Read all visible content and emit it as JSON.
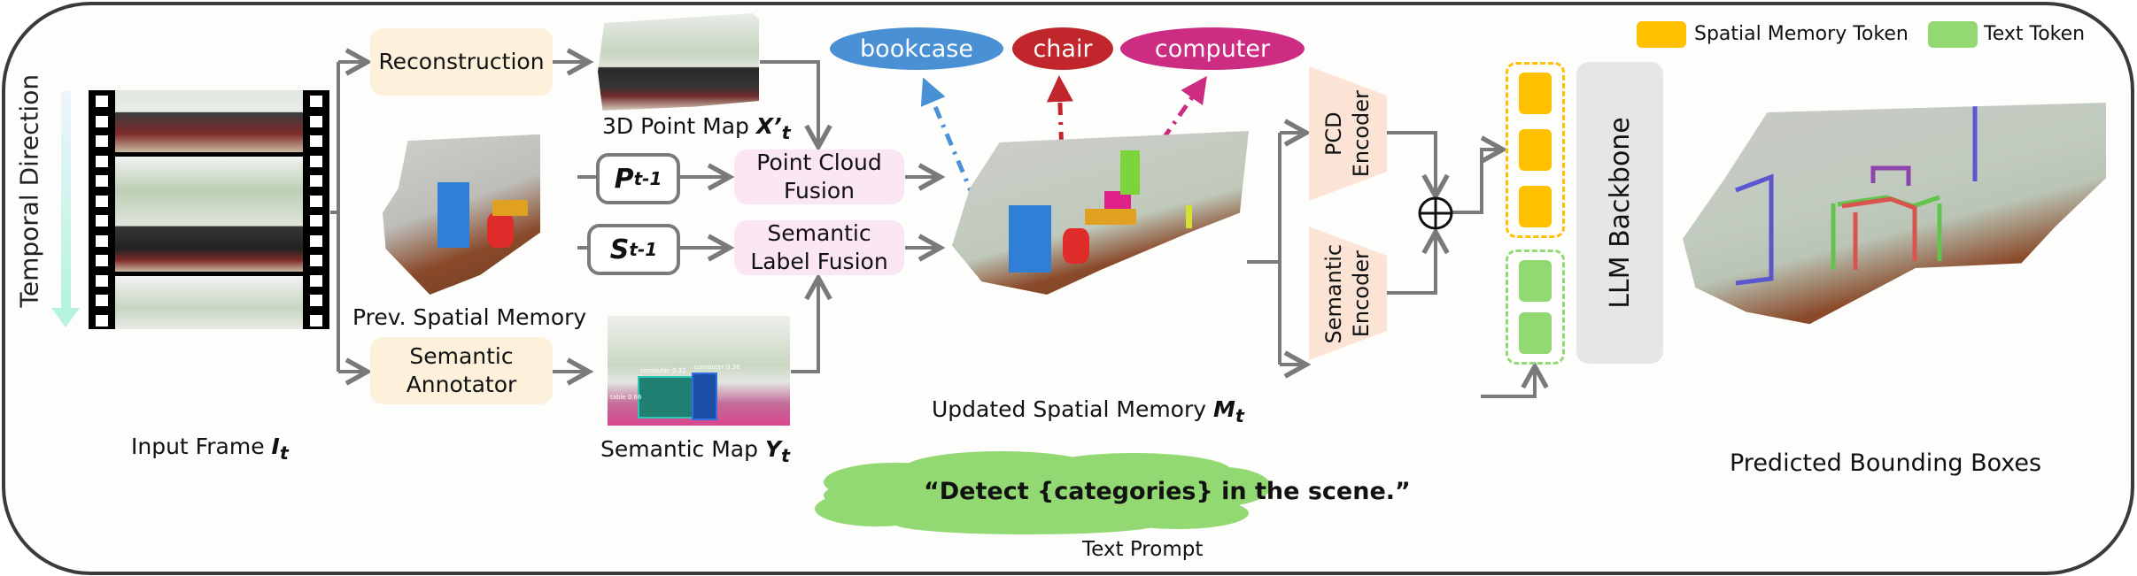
{
  "figure": {
    "temporal_direction_label": "Temporal Direction",
    "input_frame": {
      "label": "Input Frame ",
      "symbol": "I",
      "subscript": "t"
    },
    "modules": {
      "reconstruction": "Reconstruction",
      "semantic_annotator_line1": "Semantic",
      "semantic_annotator_line2": "Annotator",
      "point_cloud_fusion_line1": "Point Cloud",
      "point_cloud_fusion_line2": "Fusion",
      "semantic_label_fusion_line1": "Semantic",
      "semantic_label_fusion_line2": "Label Fusion",
      "pcd_encoder_line1": "PCD",
      "pcd_encoder_line2": "Encoder",
      "semantic_encoder_line1": "Semantic",
      "semantic_encoder_line2": "Encoder",
      "llm_backbone": "LLM Backbone"
    },
    "states": {
      "prev_points": {
        "symbol": "P",
        "subscript": "t-1"
      },
      "prev_semantics": {
        "symbol": "S",
        "subscript": "t-1"
      }
    },
    "captions": {
      "point_map": {
        "text": "3D Point Map ",
        "symbol": "X’",
        "subscript": "t"
      },
      "prev_memory": "Prev. Spatial Memory",
      "semantic_map": {
        "text": "Semantic Map ",
        "symbol": "Y",
        "subscript": "t"
      },
      "updated_memory": {
        "text": "Updated Spatial Memory ",
        "symbol": "M",
        "subscript": "t"
      },
      "text_prompt": "Text Prompt",
      "predicted_boxes": "Predicted Bounding Boxes"
    },
    "categories": [
      {
        "name": "bookcase",
        "color": "#4a90d4"
      },
      {
        "name": "chair",
        "color": "#c0262b"
      },
      {
        "name": "computer",
        "color": "#cc2c82"
      }
    ],
    "detections": [
      {
        "label": "computer 0.32",
        "color": "#2ec4b6"
      },
      {
        "label": "computer 0.38",
        "color": "#2f6fe0"
      },
      {
        "label": "table 0.66",
        "color": "#e83e8c"
      }
    ],
    "prompt": "“Detect {categories} in the scene.”",
    "legend": [
      {
        "label": "Spatial Memory Token",
        "color": "#ffc000"
      },
      {
        "label": "Text Token",
        "color": "#92d873"
      }
    ],
    "tokens": {
      "spatial_memory_count": 3,
      "text_count": 2
    },
    "colors": {
      "border": "#3a3a3a",
      "wire": "#7a7a7a",
      "module_yellow": "#fdf1dc",
      "module_pink": "#fbe6f4",
      "encoder": "#fbe3d6",
      "llm": "#e6e6e6",
      "cloud": "#92d873"
    }
  }
}
